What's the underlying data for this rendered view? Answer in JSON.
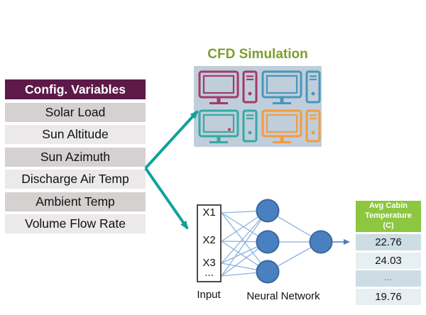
{
  "config_table": {
    "header": "Config. Variables",
    "rows": [
      "Solar Load",
      "Sun Altitude",
      "Sun Azimuth",
      "Discharge Air Temp",
      "Ambient Temp",
      "Volume Flow Rate"
    ]
  },
  "cfd": {
    "title": "CFD Simulation",
    "computer_colors": [
      "#a23a69",
      "#4796bb",
      "#35a9a4",
      "#f29c3e"
    ]
  },
  "nn": {
    "inputs": [
      "X1",
      "X2",
      "X3",
      "..."
    ],
    "input_label": "Input",
    "network_label": "Neural Network"
  },
  "output_table": {
    "header": "Avg Cabin\nTemperature\n(C)",
    "rows": [
      "22.76",
      "24.03",
      "...",
      "19.76"
    ]
  },
  "colors": {
    "config_header_bg": "#5d1a49",
    "config_row_dark": "#d5d1d1",
    "config_row_light": "#ebe9e9",
    "cfd_title": "#7e9d2f",
    "cfd_box_bg": "#c0cedb",
    "arrow_teal": "#12a19b",
    "neuron_fill": "#4a80c0",
    "neuron_stroke": "#3a66a0",
    "nn_line": "#8ab1df",
    "output_arrow": "#4a7ebb",
    "output_header_bg": "#8dc63f",
    "output_row_dark": "#cddde4",
    "output_row_light": "#e7eff3",
    "screen_dot_red": "#cc3333"
  }
}
